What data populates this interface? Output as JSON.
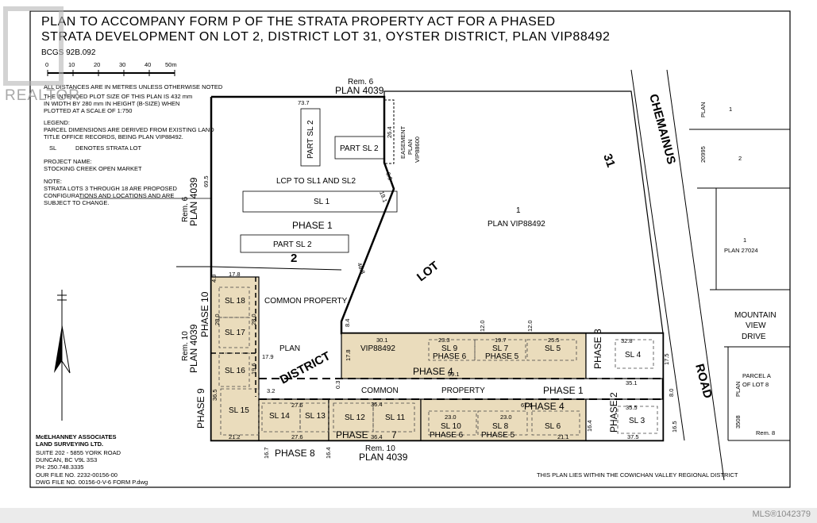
{
  "title": {
    "line1": "PLAN TO ACCOMPANY FORM P OF THE STRATA PROPERTY ACT FOR A PHASED",
    "line2": "STRATA DEVELOPMENT ON LOT 2, DISTRICT LOT 31, OYSTER DISTRICT, PLAN VIP88492",
    "bcgs": "BCGS 92B.092"
  },
  "scale_bar": {
    "ticks": [
      "0",
      "10",
      "20",
      "30",
      "40",
      "50m"
    ]
  },
  "notes": {
    "distances": "ALL DISTANCES ARE IN METRES UNLESS OTHERWISE NOTED",
    "size1": "THE INTENDED PLOT SIZE OF THIS PLAN IS 432 mm",
    "size2": "IN WIDTH BY 280 mm IN HEIGHT (B-SIZE) WHEN",
    "size3": "PLOTTED AT A SCALE OF 1:750",
    "legend": "LEGEND:",
    "legend1": "PARCEL DIMENSIONS ARE DERIVED FROM EXISTING LAND",
    "legend2": "TITLE OFFICE RECORDS, BEING PLAN VIP88492.",
    "sl_abbr": "SL",
    "sl_text": "DENOTES STRATA LOT",
    "project_label": "PROJECT NAME:",
    "project_name": "STOCKING CREEK OPEN MARKET",
    "note_label": "NOTE:",
    "note1": "STRATA LOTS 3 THROUGH 18 ARE PROPOSED",
    "note2": "CONFIGURATIONS AND LOCATIONS AND ARE",
    "note3": "SUBJECT TO CHANGE."
  },
  "surveyor": {
    "name1": "McELHANNEY ASSOCIATES",
    "name2": "LAND SURVEYING LTD.",
    "address1": "SUITE 202 - 5855 YORK ROAD",
    "address2": "DUNCAN, BC  V9L 3S3",
    "phone": "PH: 250.748.3335",
    "file": "OUR FILE NO. 2232-00156-00",
    "dwg": "DWG FILE NO. 00156-0-V-6 FORM P.dwg"
  },
  "footer_note": "THIS PLAN LIES WITHIN THE COWICHAN VALLEY REGIONAL DISTRICT",
  "watermark": {
    "brand": "REALTOR",
    "mls": "MLS®1042379"
  },
  "labels": {
    "rem6_top": "Rem. 6",
    "plan4039_top": "PLAN 4039",
    "rem6_left": "Rem. 6",
    "plan4039_left": "PLAN 4039",
    "rem10_left": "Rem. 10",
    "plan4039_left2": "PLAN 4039",
    "rem10_bottom": "Rem. 10",
    "plan4039_bottom": "PLAN 4039",
    "easement1": "EASEMENT",
    "easement2": "PLAN",
    "easement3": "VIP88600",
    "lcp": "LCP TO SL1 AND SL2",
    "phase1_top": "PHASE 1",
    "plan_one": "1",
    "plan_vip": "PLAN VIP88492",
    "lot_word": "LOT",
    "district_word": "DISTRICT",
    "plan_word": "PLAN",
    "vip_word": "VIP88492",
    "two": "2",
    "thirty_one": "31",
    "common_property_top": "COMMON PROPERTY",
    "common": "COMMON",
    "property": "PROPERTY",
    "phase1_mid": "PHASE 1",
    "chemainus": "CHEMAINUS",
    "road": "ROAD",
    "mountain1": "MOUNTAIN",
    "mountain2": "VIEW",
    "mountain3": "DRIVE",
    "parcel_a": "PARCEL A",
    "of_lot_8": "OF LOT 8",
    "plan_r": "PLAN",
    "plan_3508": "3508",
    "rem8": "Rem. 8",
    "plan_20995a": "PLAN",
    "plan_20995b": "20995",
    "lot_1a": "1",
    "lot_2a": "2",
    "lot_1b": "1",
    "plan_27024": "PLAN 27024"
  },
  "strata_lots": {
    "sl1": "SL 1",
    "part_sl2_a": "PART SL 2",
    "part_sl2_b": "PART SL 2",
    "part_sl2_c": "PART SL 2",
    "sl3": "SL 3",
    "sl4": "SL 4",
    "sl5": "SL 5",
    "sl6": "SL 6",
    "sl7": "SL 7",
    "sl8": "SL 8",
    "sl9": "SL 9",
    "sl10": "SL 10",
    "sl11": "SL 11",
    "sl12": "SL 12",
    "sl13": "SL 13",
    "sl14": "SL 14",
    "sl15": "SL 15",
    "sl16": "SL 16",
    "sl17": "SL 17",
    "sl18": "SL 18"
  },
  "phases": {
    "phase2": "PHASE 2",
    "phase3": "PHASE 3",
    "phase4_a": "PHASE 4",
    "phase4_b": "PHASE 4",
    "phase5_a": "PHASE 5",
    "phase5_b": "PHASE 5",
    "phase6_a": "PHASE 6",
    "phase6_b": "PHASE 6",
    "phase7": "PHASE",
    "phase7_num": "7",
    "phase8": "PHASE 8",
    "phase9": "PHASE 9",
    "phase10": "PHASE 10"
  },
  "dims": {
    "d737": "73.7",
    "d264": "26.4",
    "d69": "6.9",
    "d695": "69.5",
    "d191": "19.1",
    "d488": "48.8",
    "d178": "17.8",
    "d49": "4.9",
    "d280a": "28.0",
    "d280b": "28.0",
    "d179": "17.9",
    "d196": "19.6",
    "d32": "3.2",
    "d03": "0.3",
    "d84": "8.4",
    "d301": "30.1",
    "d120a": "12.0",
    "d120b": "12.0",
    "d233": "23.3",
    "d197a": "19.7",
    "d255": "25.5",
    "d178b": "17.8",
    "d99a": "99.1",
    "d328": "32.8",
    "d175": "17.5",
    "d351": "35.1",
    "d80": "8.0",
    "d276a": "27.6",
    "d364a": "36.4",
    "d671": "67.1",
    "d355": "35.5",
    "d165": "16.5",
    "d276b": "27.6",
    "d364b": "36.4",
    "d230a": "23.0",
    "d230b": "23.0",
    "d211": "21.1",
    "d375": "37.5",
    "d212": "21.2",
    "d167": "16.7",
    "d164": "16.4",
    "d365": "36.5",
    "d164b": "16.4"
  }
}
